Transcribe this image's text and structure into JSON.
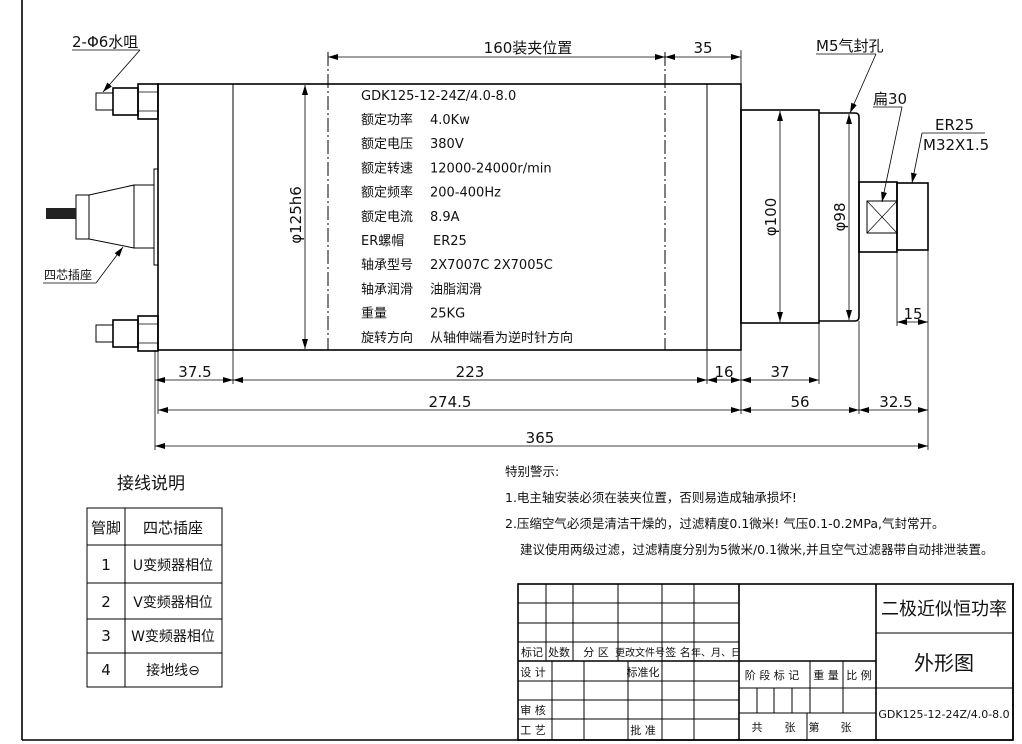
{
  "drawing": {
    "labels": {
      "water_nozzle": "2-Φ6水咀",
      "connector": "四芯插座",
      "air_seal": "M5气封孔",
      "flat": "扁30",
      "collet": "ER25",
      "thread": "M32X1.5"
    },
    "dimensions": {
      "clamp_position": "160装夹位置",
      "d35": "35",
      "body_dia": "φ125h6",
      "d100": "φ100",
      "d98": "φ98",
      "d15": "15",
      "d37_5": "37.5",
      "d223": "223",
      "d16": "16",
      "d37": "37",
      "d274_5": "274.5",
      "d56": "56",
      "d32_5": "32.5",
      "d365": "365"
    },
    "model": "GDK125-12-24Z/4.0-8.0",
    "specs": [
      {
        "label": "额定功率",
        "value": "4.0Kw"
      },
      {
        "label": "额定电压",
        "value": "380V"
      },
      {
        "label": "额定转速",
        "value": "12000-24000r/min"
      },
      {
        "label": "额定频率",
        "value": "200-400Hz"
      },
      {
        "label": "额定电流",
        "value": "8.9A"
      },
      {
        "label": "ER螺帽",
        "value": "ER25"
      },
      {
        "label": "轴承型号",
        "value": "2X7007C   2X7005C"
      },
      {
        "label": "轴承润滑",
        "value": "油脂润滑"
      },
      {
        "label": "重量",
        "value": "25KG"
      },
      {
        "label": "旋转方向",
        "value": "从轴伸端看为逆时针方向"
      }
    ]
  },
  "wiring": {
    "title": "接线说明",
    "headers": [
      "管脚",
      "四芯插座"
    ],
    "rows": [
      [
        "1",
        "U变频器相位"
      ],
      [
        "2",
        "V变频器相位"
      ],
      [
        "3",
        "W变频器相位"
      ],
      [
        "4",
        "接地线⊖"
      ]
    ]
  },
  "warnings": {
    "title": "特别警示:",
    "lines": [
      "1.电主轴安装必须在装夹位置，否则易造成轴承损坏!",
      "2.压缩空气必须是清洁干燥的，过滤精度0.1微米! 气压0.1-0.2MPa,气封常开。",
      "建议使用两级过滤，过滤精度分别为5微米/0.1微米,并且空气过滤器带自动排泄装置。"
    ]
  },
  "title_block": {
    "rev_headers": [
      "标记",
      "处数",
      "分 区",
      "更改文件号",
      "签 名",
      "年、月、日"
    ],
    "design": "设 计",
    "standard": "标准化",
    "review": "审 核",
    "process": "工 艺",
    "approve": "批 准",
    "stage_mark": "阶 段 标 记",
    "weight": "重 量",
    "scale": "比 例",
    "total": "共",
    "sheets1": "张",
    "sheet_no": "第",
    "sheets2": "张",
    "name1": "二极近似恒功率",
    "name2": "外形图",
    "drawing_no": "GDK125-12-24Z/4.0-8.0"
  }
}
